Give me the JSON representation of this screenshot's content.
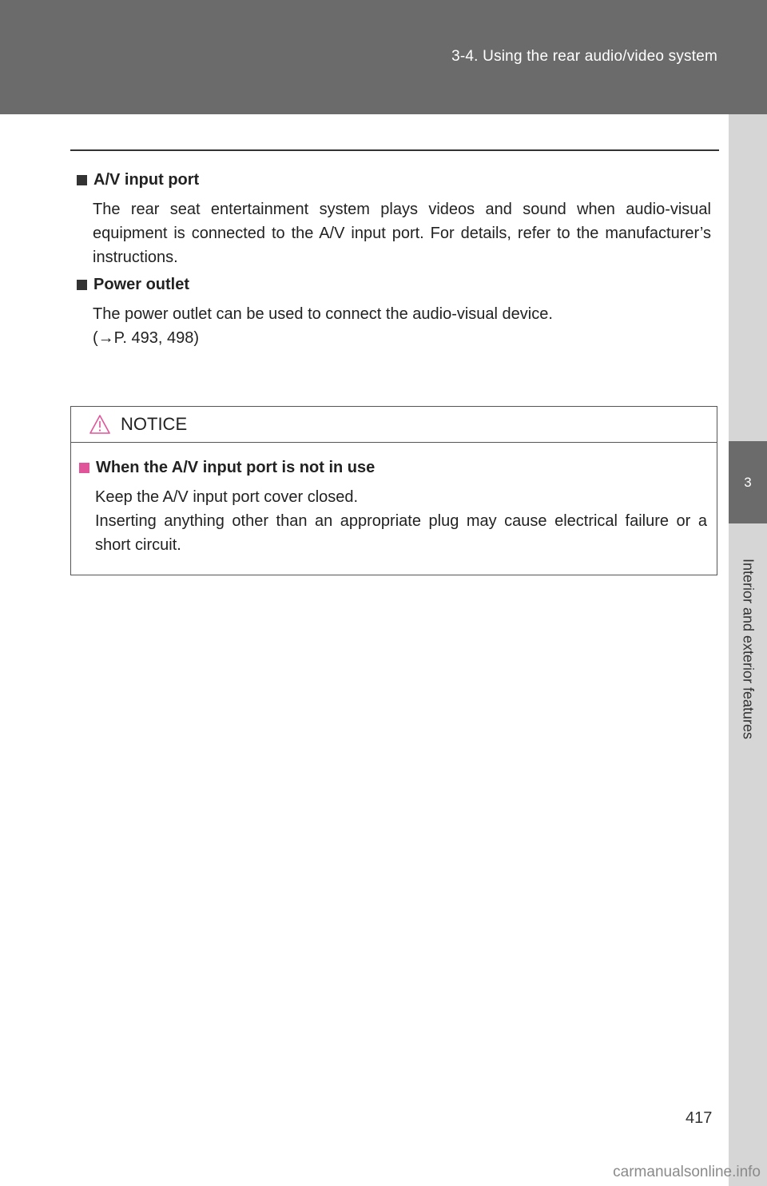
{
  "header": {
    "title": "3-4. Using the rear audio/video system"
  },
  "side_tab": {
    "chapter": "3",
    "label": "Interior and exterior features"
  },
  "sections": [
    {
      "heading": "A/V input port",
      "lines": [
        "The rear seat entertainment system plays videos and sound when audio-visual equipment is connected to the A/V input port. For details, refer to the manufacturer’s instructions."
      ]
    },
    {
      "heading": "Power outlet",
      "lines": [
        "The power outlet can be used to connect the audio-visual device.",
        "(→P. 493, 498)"
      ]
    }
  ],
  "notice": {
    "title": "NOTICE",
    "warning_color": "#e0559a",
    "subheading": "When the A/V input port is not in use",
    "lines": [
      "Keep the A/V input port cover closed.",
      "Inserting anything other than an appropriate plug may cause electrical failure or a short circuit."
    ]
  },
  "page_number": "417",
  "watermark": "carmanualsonline.info"
}
